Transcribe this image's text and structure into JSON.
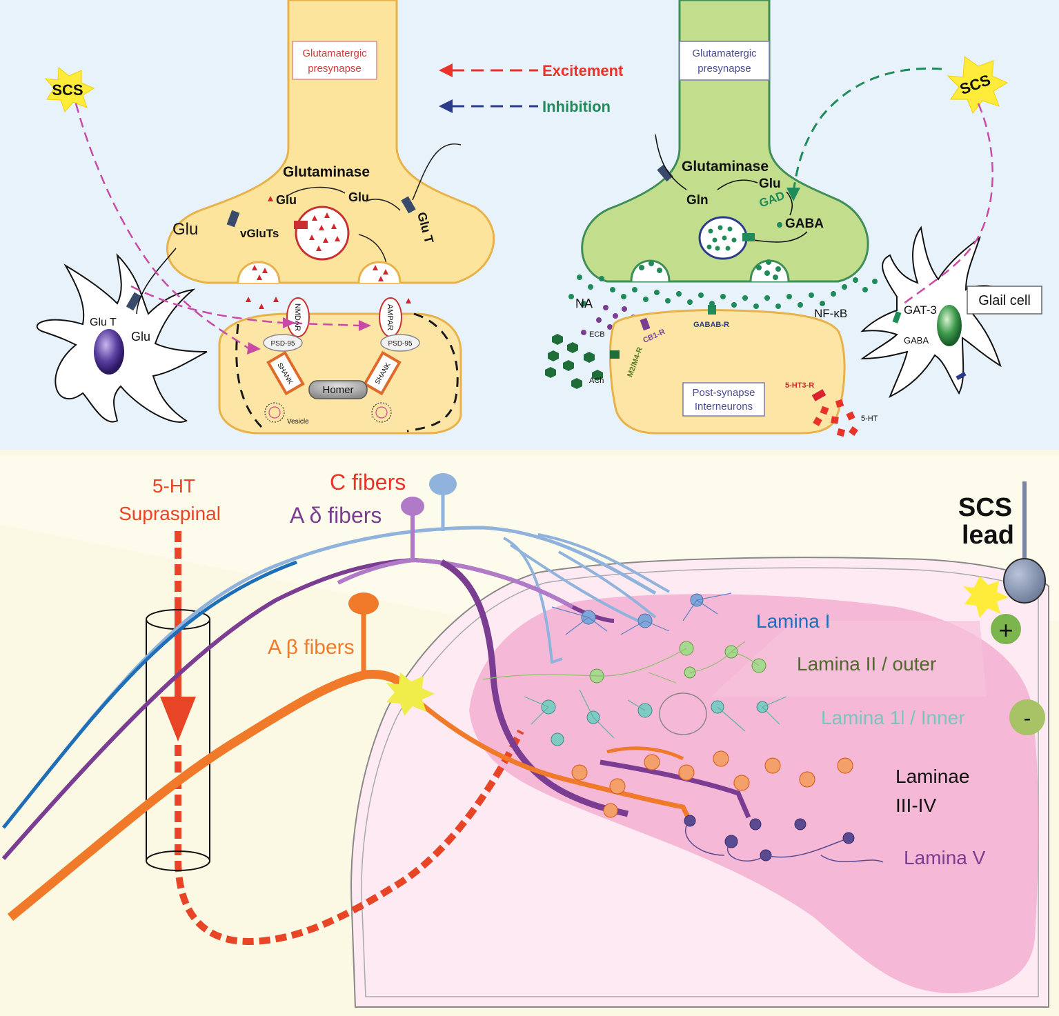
{
  "top_left": {
    "presynapse_label": [
      "Glutamatergic",
      "presynapse"
    ],
    "scs_star": "SCS",
    "glutaminase": "Glutaminase",
    "glu_inner_left": "Glu",
    "glu_inner_right": "Glu",
    "vgluts": "vGluTs",
    "glu_t_presyn": "Glu T",
    "glu_astro_top": "Glu",
    "glu_t_astro": "Glu T",
    "glu_astro": "Glu",
    "nmdar": "NMDAR",
    "ampar": "AMPAR",
    "psd95_left": "PSD-95",
    "psd95_right": "PSD-95",
    "shank_left": "SHANK",
    "shank_right": "SHANK",
    "homer": "Homer",
    "vesicle": "Vesicle"
  },
  "legend": {
    "excitement": "Excitement",
    "inhibition": "Inhibition",
    "excitement_color": "#e8322a",
    "inhibition_color": "#1f8a5a"
  },
  "top_right": {
    "presynapse_label": [
      "Glutamatergic",
      "presynapse"
    ],
    "scs_star": "SCS",
    "glutaminase": "Glutaminase",
    "gln": "Gln",
    "glu": "Glu",
    "gad": "GAD",
    "gaba": "GABA",
    "na": "NA",
    "ecb": "ECB",
    "ach": "ACh",
    "cb1r": "CB1-R",
    "m2m4r": "M2/M4-R",
    "gabab_r": "GABAB-R",
    "nfkb": "NF-κB",
    "gat3": "GAT-3",
    "gaba_glia": "GABA",
    "glial_cell": "Glail cell",
    "post_synapse": [
      "Post-synapse",
      "Interneurons"
    ],
    "ht3r": "5-HT3-R",
    "ht": "5-HT"
  },
  "bottom": {
    "supraspinal": [
      "5-HT",
      "Supraspinal"
    ],
    "c_fibers": "C  fibers",
    "a_delta_fibers": "A δ  fibers",
    "a_beta_fibers": "A β fibers",
    "scs_lead": [
      "SCS",
      "lead"
    ],
    "plus": "+",
    "minus": "-",
    "lamina_i": "Lamina I",
    "lamina_ii_outer": "Lamina II / outer",
    "lamina_ii_inner": "Lamina 1l / Inner",
    "laminae_iii_iv": [
      "Laminae",
      "III-IV"
    ],
    "lamina_v": "Lamina V"
  },
  "colors": {
    "top_bg": "#e8f2fa",
    "bottom_bg": "#fbf8e3",
    "glutamate_terminal": "#fde49d",
    "gaba_terminal": "#c2dd8c",
    "postsynapse": "#fde5a6",
    "c_fiber": "#8fb3dc",
    "a_delta_fiber": "#7a3d92",
    "a_beta_fiber": "#f07a2a",
    "serotonin": "#e84426",
    "lamina_pink": "#f2a7cc"
  }
}
